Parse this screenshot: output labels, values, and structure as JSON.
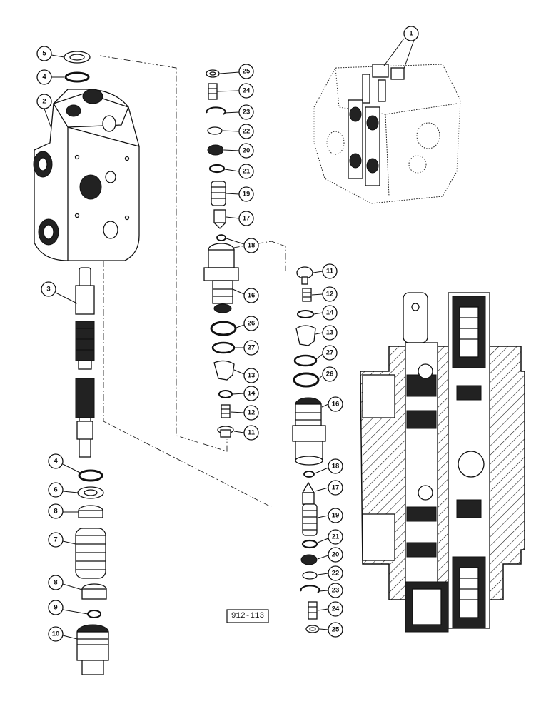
{
  "figure_ref": "912-113",
  "callouts": [
    {
      "id": "c1",
      "label": "1"
    },
    {
      "id": "c2",
      "label": "2"
    },
    {
      "id": "c3",
      "label": "3"
    },
    {
      "id": "c4a",
      "label": "4"
    },
    {
      "id": "c4b",
      "label": "4"
    },
    {
      "id": "c5",
      "label": "5"
    },
    {
      "id": "c6",
      "label": "6"
    },
    {
      "id": "c7",
      "label": "7"
    },
    {
      "id": "c8a",
      "label": "8"
    },
    {
      "id": "c8b",
      "label": "8"
    },
    {
      "id": "c9",
      "label": "9"
    },
    {
      "id": "c10",
      "label": "10"
    },
    {
      "id": "m25",
      "label": "25"
    },
    {
      "id": "m24",
      "label": "24"
    },
    {
      "id": "m23",
      "label": "23"
    },
    {
      "id": "m22",
      "label": "22"
    },
    {
      "id": "m20",
      "label": "20"
    },
    {
      "id": "m21",
      "label": "21"
    },
    {
      "id": "m19",
      "label": "19"
    },
    {
      "id": "m17",
      "label": "17"
    },
    {
      "id": "m18",
      "label": "18"
    },
    {
      "id": "m16",
      "label": "16"
    },
    {
      "id": "m26",
      "label": "26"
    },
    {
      "id": "m27",
      "label": "27"
    },
    {
      "id": "m13",
      "label": "13"
    },
    {
      "id": "m14",
      "label": "14"
    },
    {
      "id": "m12",
      "label": "12"
    },
    {
      "id": "m11",
      "label": "11"
    },
    {
      "id": "r11",
      "label": "11"
    },
    {
      "id": "r12",
      "label": "12"
    },
    {
      "id": "r14",
      "label": "14"
    },
    {
      "id": "r13",
      "label": "13"
    },
    {
      "id": "r27",
      "label": "27"
    },
    {
      "id": "r26",
      "label": "26"
    },
    {
      "id": "r16",
      "label": "16"
    },
    {
      "id": "r18",
      "label": "18"
    },
    {
      "id": "r17",
      "label": "17"
    },
    {
      "id": "r19",
      "label": "19"
    },
    {
      "id": "r21",
      "label": "21"
    },
    {
      "id": "r20",
      "label": "20"
    },
    {
      "id": "r22",
      "label": "22"
    },
    {
      "id": "r23",
      "label": "23"
    },
    {
      "id": "r24",
      "label": "24"
    },
    {
      "id": "r25",
      "label": "25"
    }
  ]
}
